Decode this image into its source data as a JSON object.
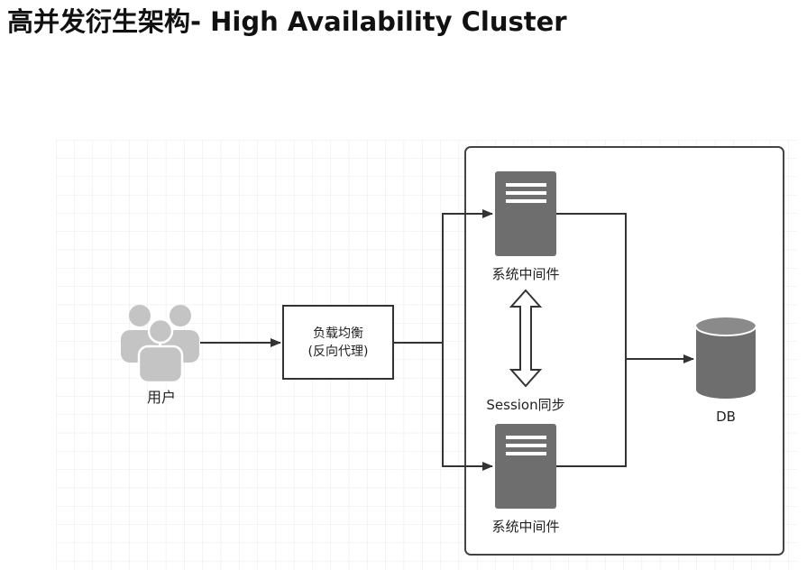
{
  "title": "高并发衍生架构- High Availability Cluster",
  "diagram": {
    "user_label": "用户",
    "load_balancer": {
      "line1": "负载均衡",
      "line2": "(反向代理)"
    },
    "server_top_label": "系统中间件",
    "server_bottom_label": "系统中间件",
    "session_label": "Session同步",
    "db_label": "DB"
  },
  "colors": {
    "server_fill": "#6e6e6e",
    "db_fill": "#6e6e6e",
    "user_fill": "#c4c4c4",
    "line": "#333333",
    "grid": "#e9e9e9"
  },
  "icons": [
    "users-icon",
    "server-icon",
    "database-icon",
    "double-arrow-icon"
  ]
}
